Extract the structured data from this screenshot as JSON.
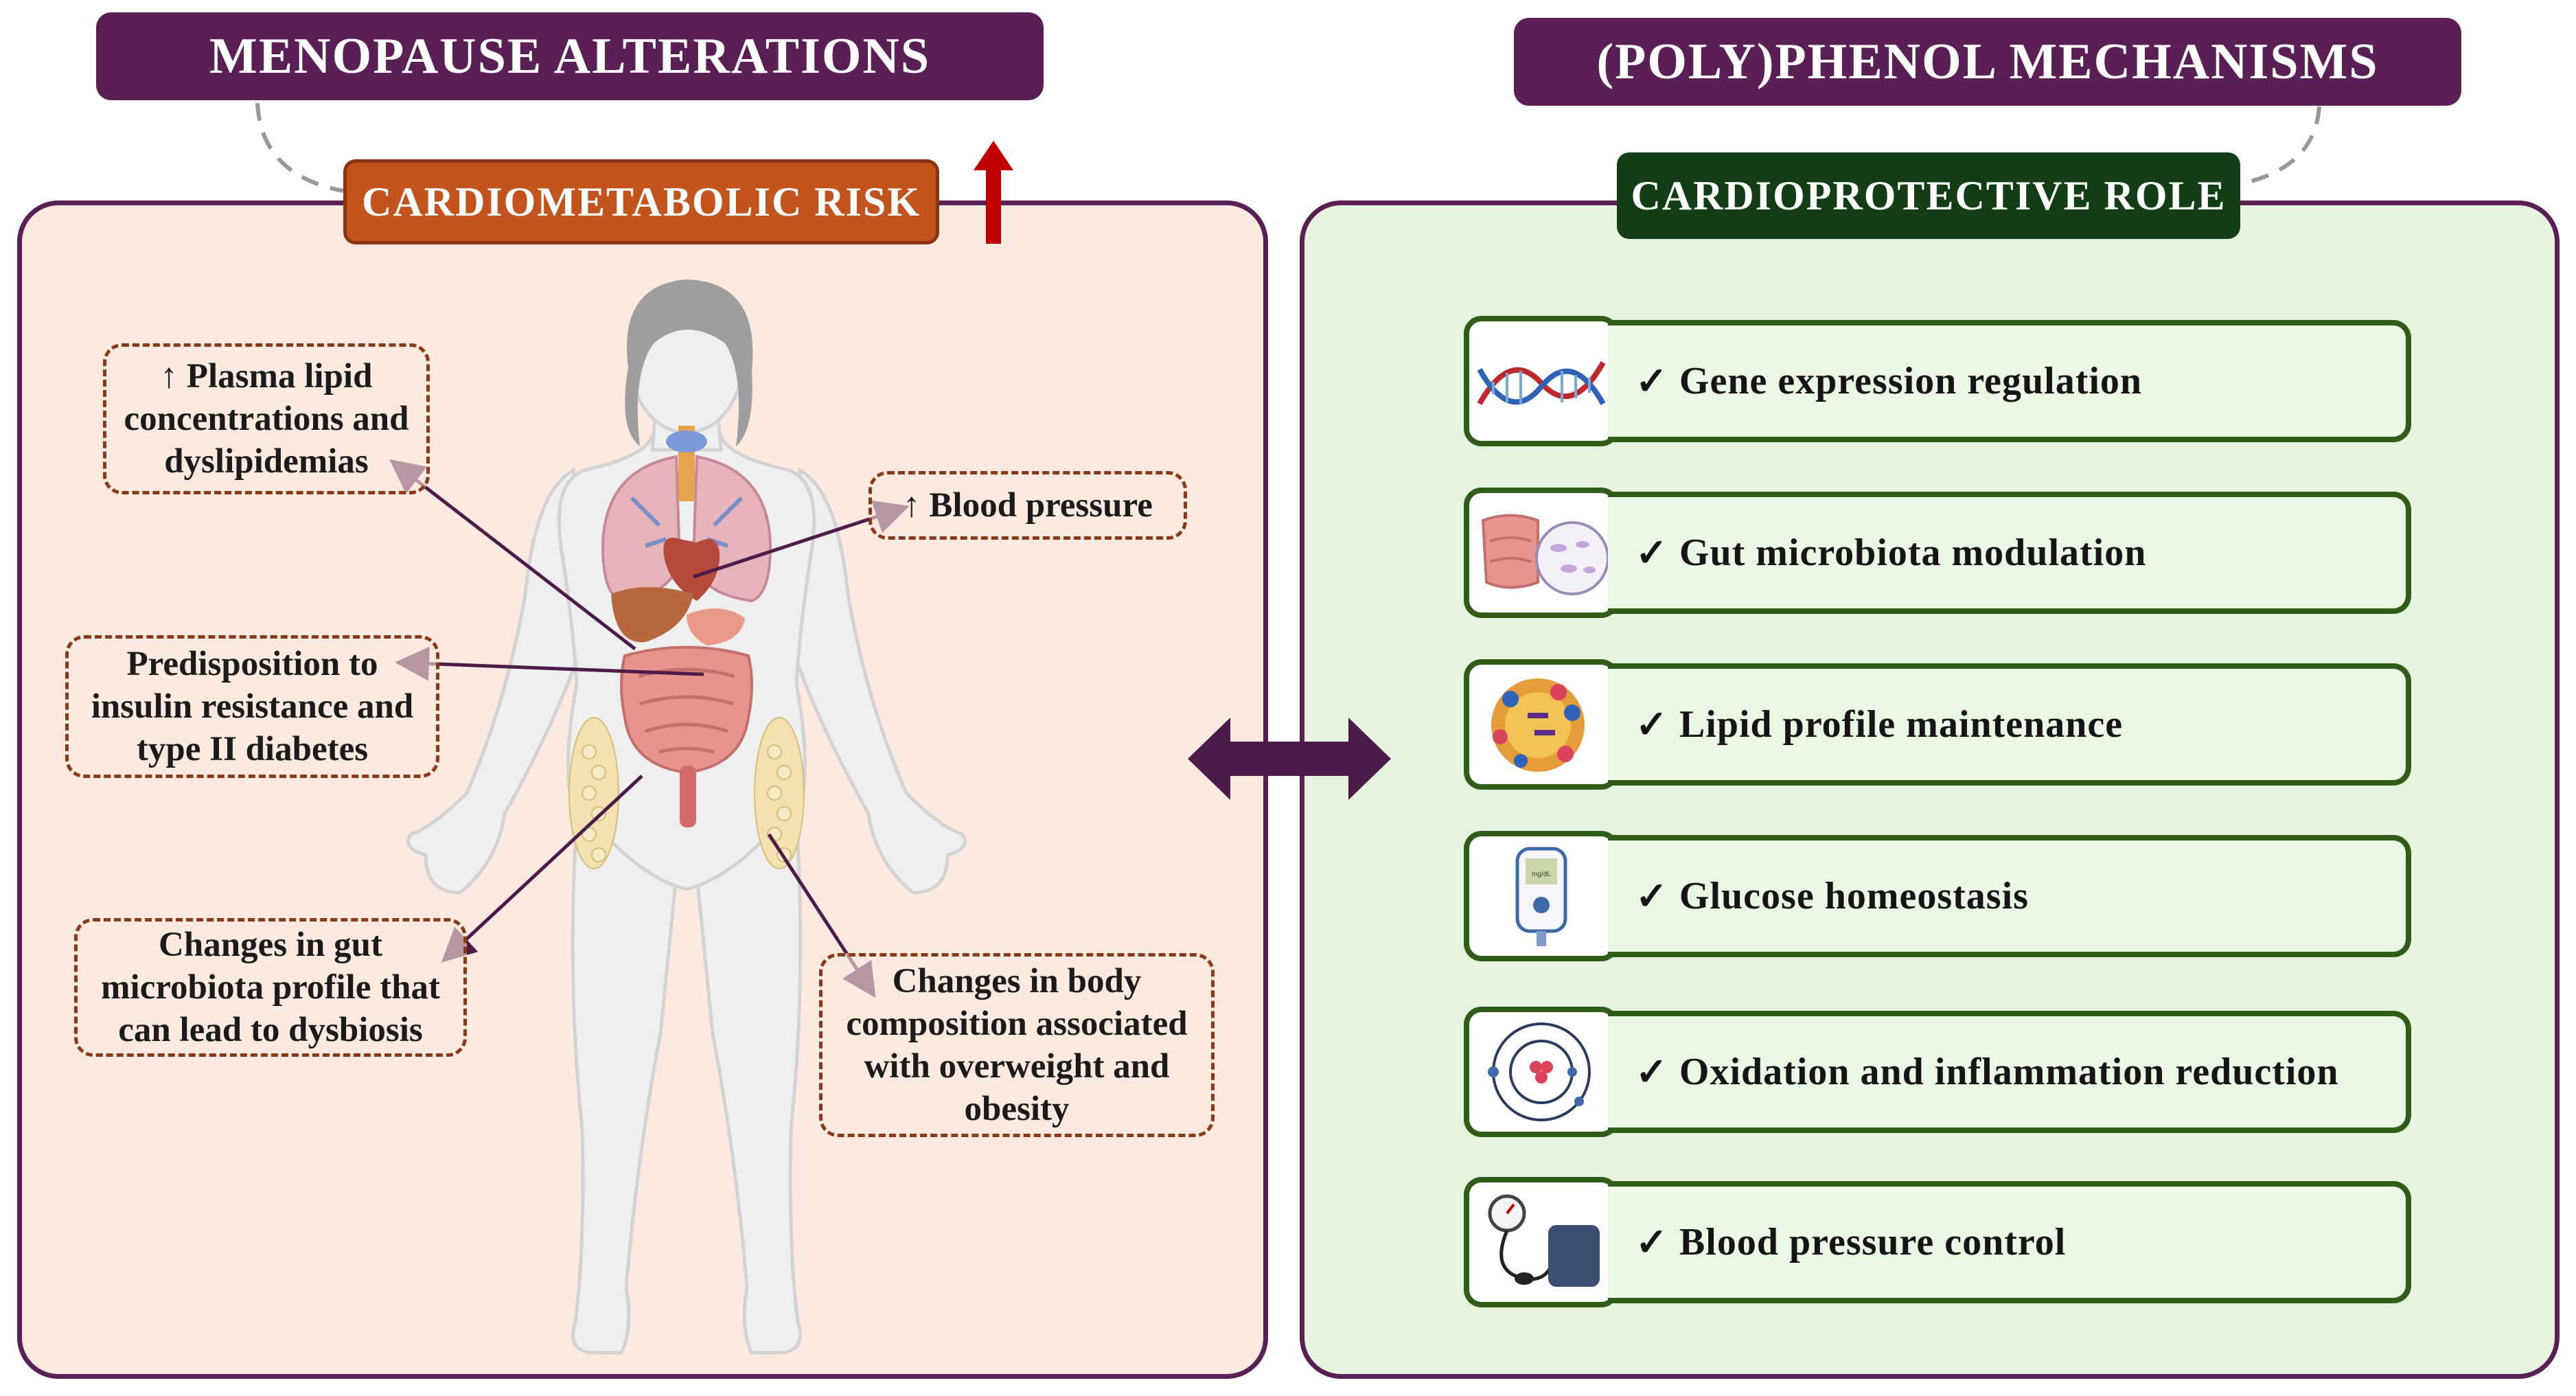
{
  "headers": {
    "left_title": "MENOPAUSE ALTERATIONS",
    "right_title": "(POLY)PHENOL MECHANISMS",
    "left_subhead": "CARDIOMETABOLIC RISK",
    "right_subhead": "CARDIOPROTECTIVE ROLE"
  },
  "alterations": {
    "lipids": "↑ Plasma lipid\nconcentrations and\ndyslipidemias",
    "blood_pressure": "↑ Blood pressure",
    "insulin": "Predisposition to\ninsulin resistance and\ntype II diabetes",
    "microbiota": "Changes in gut\nmicrobiota profile that\ncan lead to dysbiosis",
    "body_composition": "Changes in body\ncomposition associated\nwith overweight and\nobesity"
  },
  "check_mark": "✓",
  "mechanisms": [
    {
      "label": "Gene expression regulation",
      "icon": "dna-icon"
    },
    {
      "label": "Gut microbiota modulation",
      "icon": "intestine-bacteria-icon"
    },
    {
      "label": "Lipid profile maintenance",
      "icon": "lipoprotein-icon"
    },
    {
      "label": "Glucose homeostasis",
      "icon": "glucometer-icon"
    },
    {
      "label": "Oxidation and inflammation reduction",
      "icon": "atom-radical-icon"
    },
    {
      "label": "Blood pressure control",
      "icon": "sphygmomanometer-icon"
    }
  ],
  "glucometer_text": "mg/dL",
  "colors": {
    "banner": "#5a1f55",
    "risk_orange": "#c4541d",
    "protect_green": "#123d15",
    "left_panel_bg": "#fce9e0",
    "right_panel_bg": "#e6f4df",
    "arrow_red": "#c00000"
  }
}
